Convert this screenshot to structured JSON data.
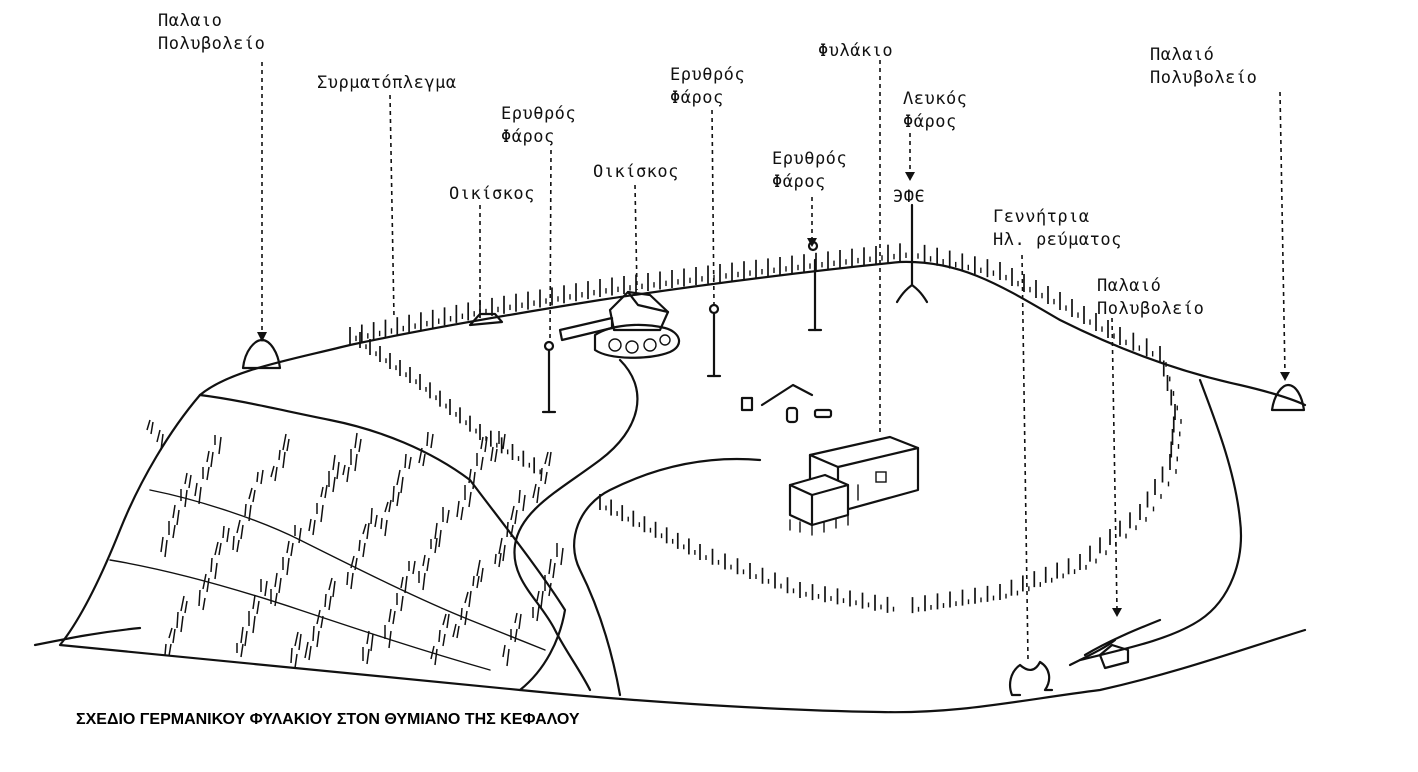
{
  "caption": "ΣΧΕΔΙΟ ΓΕΡΜΑΝΙΚΟΥ ΦΥΛΑΚΙΟΥ ΣΤΟΝ ΘΥΜΙΑΝΟ ΤΗΣ ΚΕΦΑΛΟΥ",
  "labels": {
    "old_gun_left": "Παλαιο\nΠολυβολείο",
    "barbed_wire": "Συρματόπλεγμα",
    "hut_left": "Οικίσκος",
    "red_light_1": "Ερυθρός\nΦάρος",
    "hut_center": "Οικίσκος",
    "red_light_2": "Ερυθρός\nΦάρος",
    "red_light_3": "Ερυθρός\nΦάρος",
    "guard_post": "Φυλάκιο",
    "white_light": "Λευκός\nΦάρος",
    "generator": "Γεννήτρια\nΗλ. ρεύματος",
    "old_gun_right_low": "Παλαιό\nΠολυβολείο",
    "old_gun_right_top": "Παλαιό\nΠολυβολείο",
    "white_light_mark": "ЭФЄ"
  },
  "icons": {
    "cliff": "rocky-cliff-hatching",
    "fence": "dashed-fence-posts",
    "bunker": "dome-bunker",
    "lamp": "beacon-post",
    "guardhouse": "building",
    "generator": "claw-symbol"
  }
}
